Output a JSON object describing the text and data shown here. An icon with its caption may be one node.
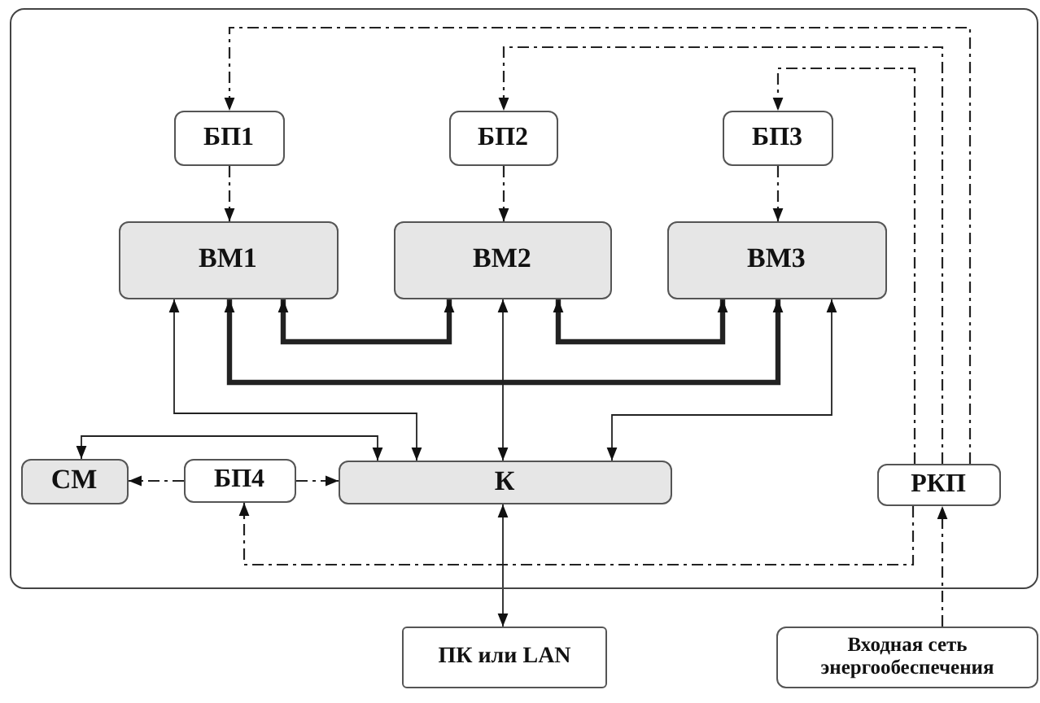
{
  "diagram": {
    "nodes": [
      {
        "text": [],
        "shape": "box"
      },
      {
        "text": [
          "БП1"
        ],
        "in": 0
      },
      {
        "text": [
          "БП2"
        ],
        "in": 0
      },
      {
        "text": [
          "БП3"
        ],
        "in": 0
      },
      {
        "text": [
          "ВМ1"
        ],
        "in": 0
      },
      {
        "text": [
          "ВМ2"
        ],
        "in": 0
      },
      {
        "text": [
          "ВМ3"
        ],
        "in": 0
      },
      {
        "text": [
          "СМ"
        ],
        "in": 0
      },
      {
        "text": [
          "БП4"
        ],
        "in": 0
      },
      {
        "text": [
          "К"
        ],
        "in": 0
      },
      {
        "text": [
          "РКП"
        ],
        "in": 0
      },
      {
        "text": [
          "ПК или LAN"
        ]
      },
      {
        "text": [
          "Входная сеть энергообеспечения"
        ]
      }
    ],
    "edges": [
      {
        "from": 10,
        "to": 1,
        "arrow": "to",
        "style": "dashed"
      },
      {
        "from": 10,
        "to": 2,
        "arrow": "to",
        "style": "dashed"
      },
      {
        "from": 10,
        "to": 3,
        "arrow": "to",
        "style": "dashed"
      },
      {
        "from": 1,
        "to": 4,
        "arrow": "to",
        "style": "dashed"
      },
      {
        "from": 2,
        "to": 5,
        "arrow": "to",
        "style": "dashed"
      },
      {
        "from": 3,
        "to": 6,
        "arrow": "to",
        "style": "dashed"
      },
      {
        "from": 4,
        "to": 5,
        "arrow": "both",
        "style": "thick"
      },
      {
        "from": 5,
        "to": 6,
        "arrow": "both",
        "style": "thick"
      },
      {
        "from": 4,
        "to": 6,
        "arrow": "both",
        "style": "thick"
      },
      {
        "from": 4,
        "to": 9,
        "arrow": "both"
      },
      {
        "from": 5,
        "to": 9,
        "arrow": "both"
      },
      {
        "from": 6,
        "to": 9,
        "arrow": "both"
      },
      {
        "from": 9,
        "to": 7,
        "arrow": "both"
      },
      {
        "from": 8,
        "to": 7,
        "arrow": "to",
        "style": "dashed"
      },
      {
        "from": 8,
        "to": 9,
        "arrow": "to",
        "style": "dashed"
      },
      {
        "from": 10,
        "to": 8,
        "arrow": "to",
        "style": "dashed"
      },
      {
        "from": 12,
        "to": 10,
        "arrow": "to",
        "style": "dashed"
      },
      {
        "from": 9,
        "to": 11,
        "arrow": "both"
      }
    ]
  }
}
